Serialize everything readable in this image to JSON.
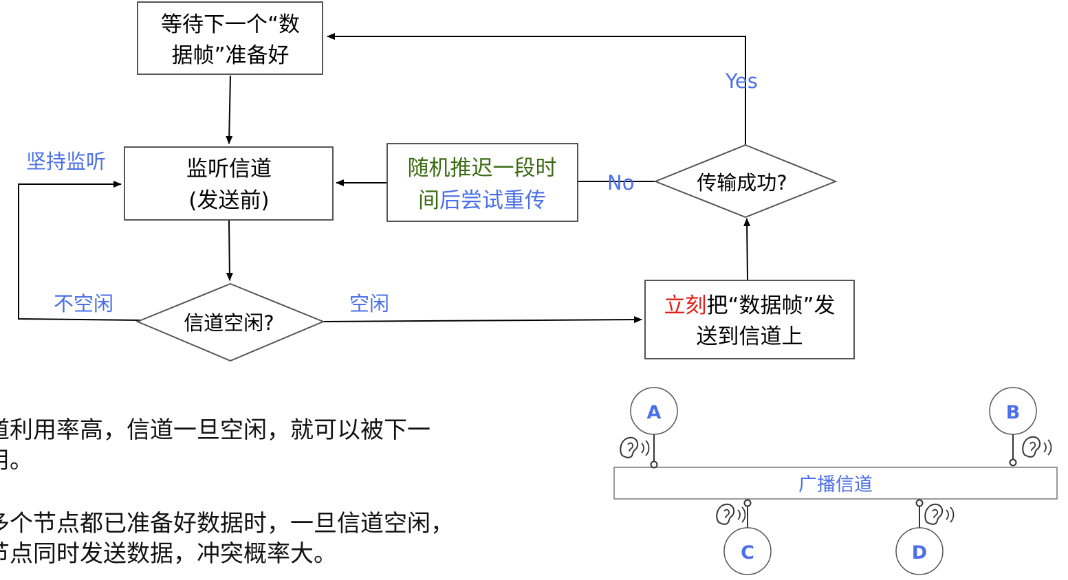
{
  "flowchart": {
    "wait_line1": "等待下一个“数",
    "wait_line2": "据帧”准备好",
    "listen_line1": "监听信道",
    "listen_line2": "(发送前)",
    "backoff_line1": "随机推迟一段时",
    "backoff_line2_a": "间",
    "backoff_line2_b": "后尝试重传",
    "success_label": "传输成功?",
    "idle_label": "信道空闲?",
    "send_line1_red": "立刻",
    "send_line1_rest": "把“数据帧”发",
    "send_line2": "送到信道上",
    "edge_keep_listening": "坚持监听",
    "edge_busy": "不空闲",
    "edge_idle": "空闲",
    "edge_no": "No",
    "edge_yes": "Yes"
  },
  "bus": {
    "label": "广播信道",
    "nodes": [
      "A",
      "B",
      "C",
      "D"
    ]
  },
  "text": {
    "para1_line1": "道利用率高，信道一旦空闲，就可以被下一",
    "para1_line2": "用。",
    "para2_line1": "多个节点都已准备好数据时，一旦信道空闲，",
    "para2_line2": "节点同时发送数据，冲突概率大。"
  },
  "colors": {
    "blue_label": "#4a6fe8",
    "green_text": "#3a6b12",
    "red_text": "#e0201a",
    "box_border": "#555555"
  }
}
